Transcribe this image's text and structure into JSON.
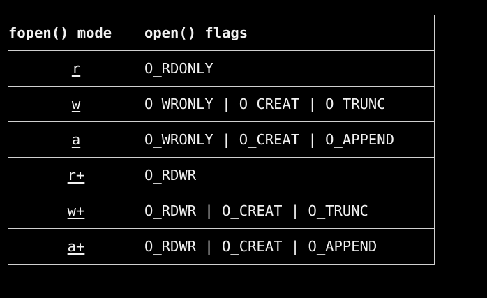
{
  "table": {
    "headers": {
      "mode": "fopen() mode",
      "flags": "open() flags"
    },
    "rows": [
      {
        "mode": "r",
        "flags": "O_RDONLY"
      },
      {
        "mode": "w",
        "flags": "O_WRONLY | O_CREAT | O_TRUNC"
      },
      {
        "mode": "a",
        "flags": "O_WRONLY | O_CREAT | O_APPEND"
      },
      {
        "mode": "r+",
        "flags": "O_RDWR"
      },
      {
        "mode": "w+",
        "flags": "O_RDWR | O_CREAT | O_TRUNC"
      },
      {
        "mode": "a+",
        "flags": "O_RDWR | O_CREAT | O_APPEND"
      }
    ]
  },
  "colors": {
    "background": "#000000",
    "text": "#f2f2f2",
    "border": "#d0d0d0"
  }
}
